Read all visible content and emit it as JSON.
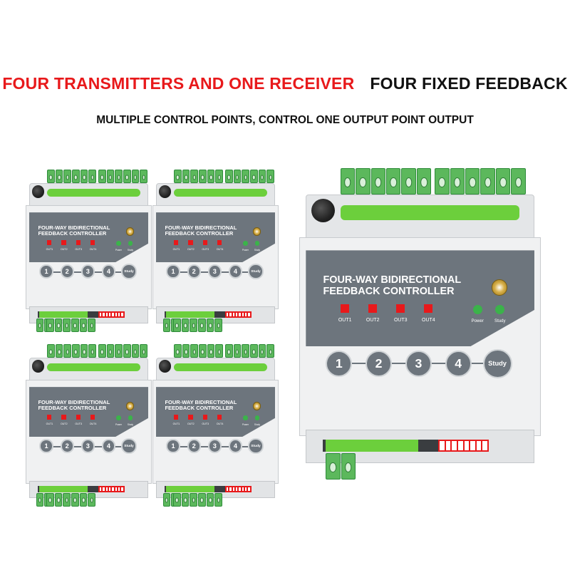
{
  "headline": {
    "red_text": "FOUR TRANSMITTERS AND ONE RECEIVER",
    "black_text": "FOUR FIXED FEEDBACK",
    "red_color": "#e8191b"
  },
  "subheadline": "MULTIPLE CONTROL POINTS, CONTROL ONE OUTPUT POINT OUTPUT",
  "device": {
    "title_line1": "FOUR-WAY BIDIRECTIONAL",
    "title_line2": "FEEDBACK CONTROLLER",
    "outputs": [
      "OUT1",
      "OUT2",
      "OUT3",
      "OUT4"
    ],
    "indicators": [
      "Power",
      "Study"
    ],
    "buttons": [
      "1",
      "2",
      "3",
      "4"
    ],
    "study_button": "Study"
  },
  "colors": {
    "panel_gray": "#6d757d",
    "terminal_green": "#5cb85c",
    "led_red": "#e8191b",
    "led_green": "#3bb34a"
  }
}
